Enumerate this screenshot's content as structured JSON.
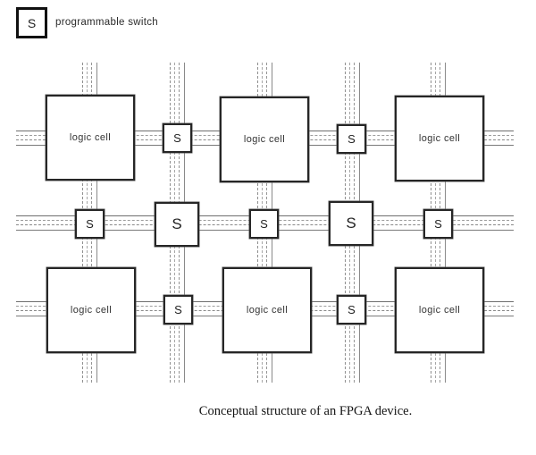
{
  "legend": {
    "symbol": "S",
    "label": "programmable switch"
  },
  "caption": "Conceptual structure of an FPGA device.",
  "diagram": {
    "logic_cells": [
      {
        "label": "logic cell"
      },
      {
        "label": "logic cell"
      },
      {
        "label": "logic cell"
      },
      {
        "label": "logic cell"
      },
      {
        "label": "logic cell"
      },
      {
        "label": "logic cell"
      }
    ],
    "switches": [
      {
        "label": "S"
      },
      {
        "label": "S"
      },
      {
        "label": "S"
      },
      {
        "label": "S"
      },
      {
        "label": "S"
      },
      {
        "label": "S"
      },
      {
        "label": "S"
      },
      {
        "label": "S"
      },
      {
        "label": "S"
      }
    ]
  }
}
